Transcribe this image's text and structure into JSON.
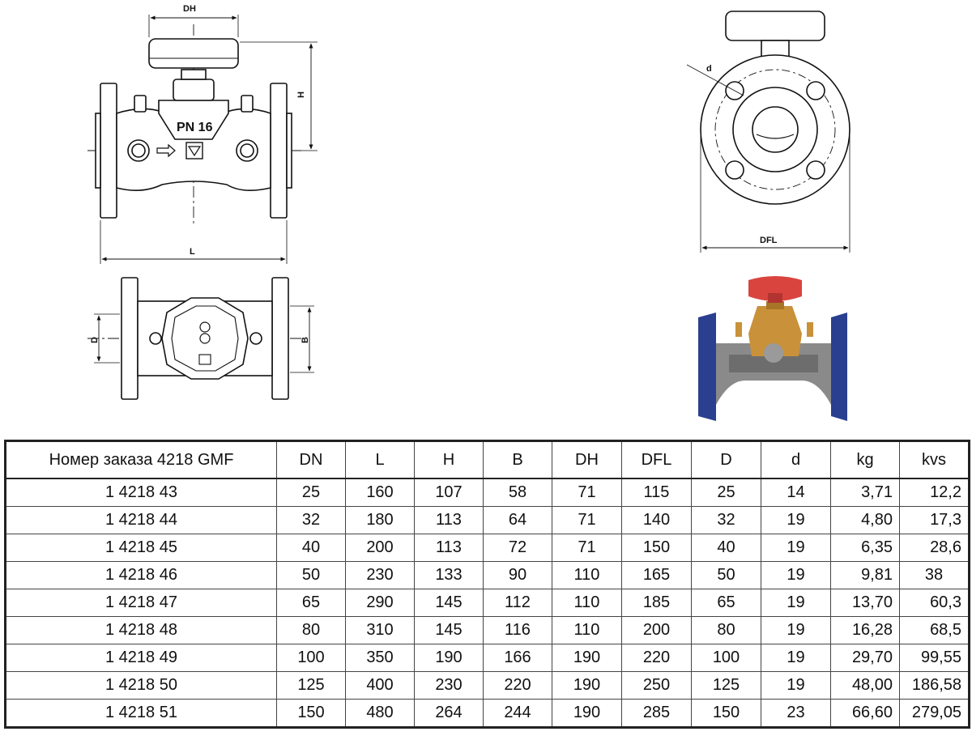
{
  "drawing": {
    "front_view": {
      "dim_top": "DH",
      "dim_side": "H",
      "dim_bottom": "L",
      "badge": "PN 16"
    },
    "side_view": {
      "dim_bore": "d",
      "dim_bottom": "DFL"
    },
    "top_view": {
      "dim_left": "D",
      "dim_right": "B"
    },
    "colors": {
      "handwheel": "#d9443f",
      "body": "#2a3f8f",
      "brass": "#c8913a",
      "section": "#8a8a8a"
    }
  },
  "table": {
    "headers": [
      "Номер заказа 4218 GMF",
      "DN",
      "L",
      "H",
      "B",
      "DH",
      "DFL",
      "D",
      "d",
      "kg",
      "kvs"
    ],
    "rows": [
      [
        "1 4218 43",
        "25",
        "160",
        "107",
        "58",
        "71",
        "115",
        "25",
        "14",
        "3,71",
        "12,2"
      ],
      [
        "1 4218 44",
        "32",
        "180",
        "113",
        "64",
        "71",
        "140",
        "32",
        "19",
        "4,80",
        "17,3"
      ],
      [
        "1 4218 45",
        "40",
        "200",
        "113",
        "72",
        "71",
        "150",
        "40",
        "19",
        "6,35",
        "28,6"
      ],
      [
        "1 4218 46",
        "50",
        "230",
        "133",
        "90",
        "110",
        "165",
        "50",
        "19",
        "9,81",
        "38"
      ],
      [
        "1 4218 47",
        "65",
        "290",
        "145",
        "112",
        "110",
        "185",
        "65",
        "19",
        "13,70",
        "60,3"
      ],
      [
        "1 4218 48",
        "80",
        "310",
        "145",
        "116",
        "110",
        "200",
        "80",
        "19",
        "16,28",
        "68,5"
      ],
      [
        "1 4218 49",
        "100",
        "350",
        "190",
        "166",
        "190",
        "220",
        "100",
        "19",
        "29,70",
        "99,55"
      ],
      [
        "1 4218 50",
        "125",
        "400",
        "230",
        "220",
        "190",
        "250",
        "125",
        "19",
        "48,00",
        "186,58"
      ],
      [
        "1 4218 51",
        "150",
        "480",
        "264",
        "244",
        "190",
        "285",
        "150",
        "23",
        "66,60",
        "279,05"
      ]
    ]
  }
}
